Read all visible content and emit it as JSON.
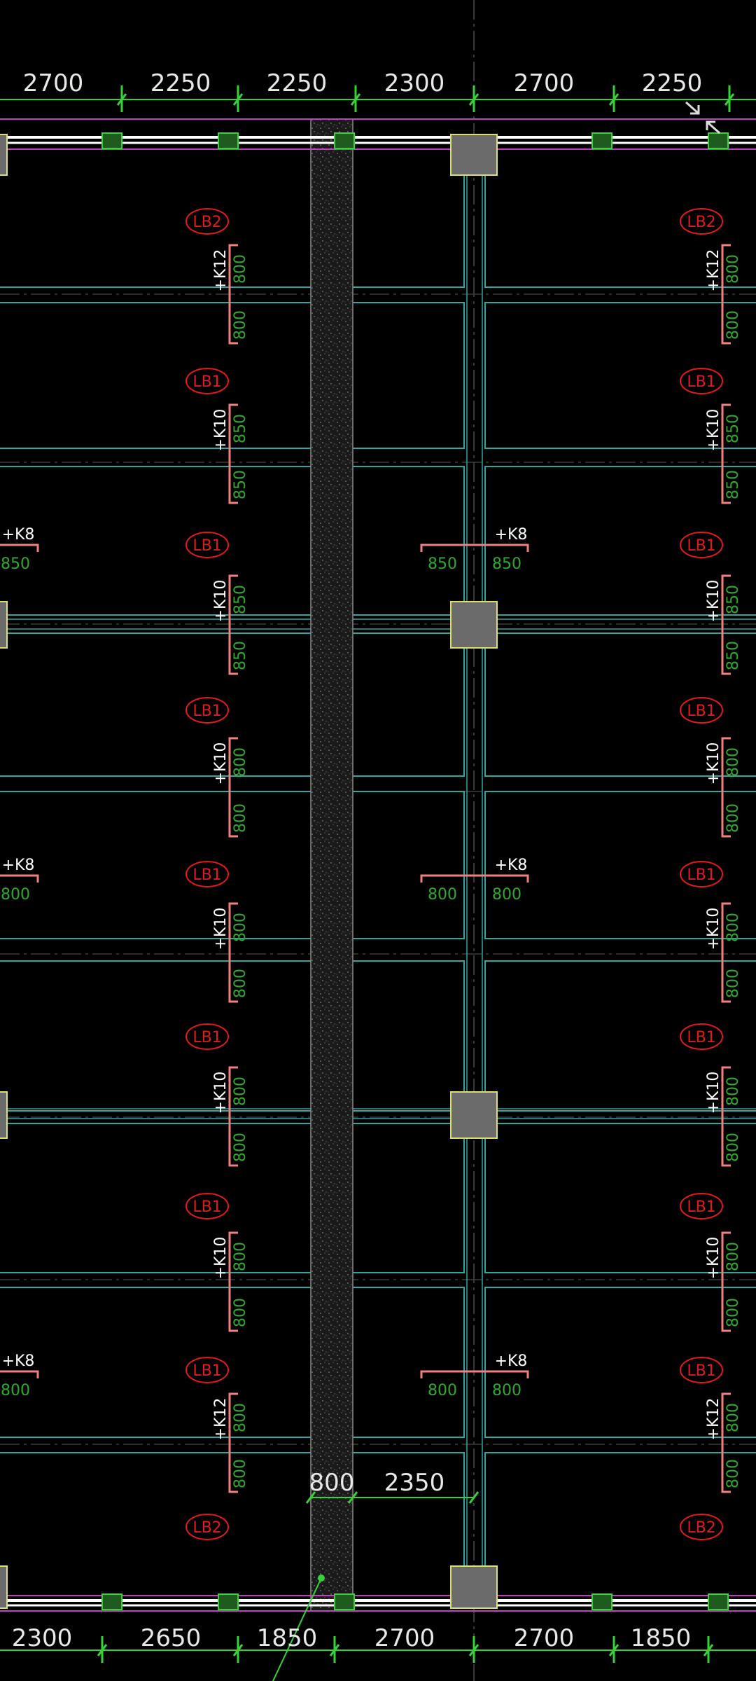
{
  "drawing": {
    "top_dimensions": [
      "2700",
      "2250",
      "2250",
      "2300",
      "2700",
      "2250"
    ],
    "bottom_dimensions": [
      "2300",
      "2650",
      "1850",
      "2700",
      "2700",
      "1850"
    ],
    "lower_dimensions": [
      "800",
      "2350"
    ],
    "left_column": {
      "slabs": [
        {
          "tag": "LB2",
          "rebar": "+K12",
          "spacing_top": "800",
          "spacing_bottom": "800"
        },
        {
          "tag": "LB1",
          "rebar": "+K10",
          "spacing_top": "850",
          "spacing_bottom": "850"
        },
        {
          "tag": "LB1",
          "rebar": "+K10",
          "spacing_top": "850",
          "spacing_bottom": "850"
        },
        {
          "tag": "LB1",
          "rebar": "+K10",
          "spacing_top": "800",
          "spacing_bottom": "800"
        },
        {
          "tag": "LB1",
          "rebar": "+K10",
          "spacing_top": "800",
          "spacing_bottom": "800"
        },
        {
          "tag": "LB1",
          "rebar": "+K10",
          "spacing_top": "800",
          "spacing_bottom": "800"
        },
        {
          "tag": "LB1",
          "rebar": "+K10",
          "spacing_top": "800",
          "spacing_bottom": "800"
        },
        {
          "tag": "LB1",
          "rebar": "+K12",
          "spacing_top": "800",
          "spacing_bottom": "800"
        },
        {
          "tag": "LB2"
        }
      ]
    },
    "right_column": {
      "slabs": [
        {
          "tag": "LB2",
          "rebar": "+K12",
          "spacing_top": "800",
          "spacing_bottom": "800"
        },
        {
          "tag": "LB1",
          "rebar": "+K10",
          "spacing_top": "850",
          "spacing_bottom": "850"
        },
        {
          "tag": "LB1",
          "rebar": "+K10",
          "spacing_top": "850",
          "spacing_bottom": "850"
        },
        {
          "tag": "LB1",
          "rebar": "+K10",
          "spacing_top": "800",
          "spacing_bottom": "800"
        },
        {
          "tag": "LB1",
          "rebar": "+K10",
          "spacing_top": "800",
          "spacing_bottom": "800"
        },
        {
          "tag": "LB1",
          "rebar": "+K10",
          "spacing_top": "800",
          "spacing_bottom": "800"
        },
        {
          "tag": "LB1",
          "rebar": "+K10",
          "spacing_top": "800",
          "spacing_bottom": "800"
        },
        {
          "tag": "LB1",
          "rebar": "+K12",
          "spacing_top": "800",
          "spacing_bottom": "800"
        },
        {
          "tag": "LB2"
        }
      ]
    },
    "horizontal_callouts": [
      {
        "rebar": "+K8",
        "left_value": "850",
        "right_value": "850"
      },
      {
        "rebar": "+K8",
        "left_value": "800",
        "right_value": "800"
      },
      {
        "rebar": "+K8",
        "left_value": "800",
        "right_value": "800"
      }
    ],
    "edge_callouts": [
      {
        "rebar": "+K8",
        "value": "850"
      },
      {
        "rebar": "+K8",
        "value": "800"
      },
      {
        "rebar": "+K8",
        "value": "800"
      }
    ],
    "colors": {
      "background": "#000000",
      "panel_outline": "#2fa6a0",
      "dimension_line": "#36d236",
      "tag_red": "#e01a1a",
      "rebar_bracket": "#f07f7f",
      "spacing_green": "#2ea82e",
      "column_fill": "#6b6b6b",
      "column_outline": "#dede6a",
      "magenta_line": "#c040c0",
      "hatched_strip": "#8a8a8a"
    }
  }
}
